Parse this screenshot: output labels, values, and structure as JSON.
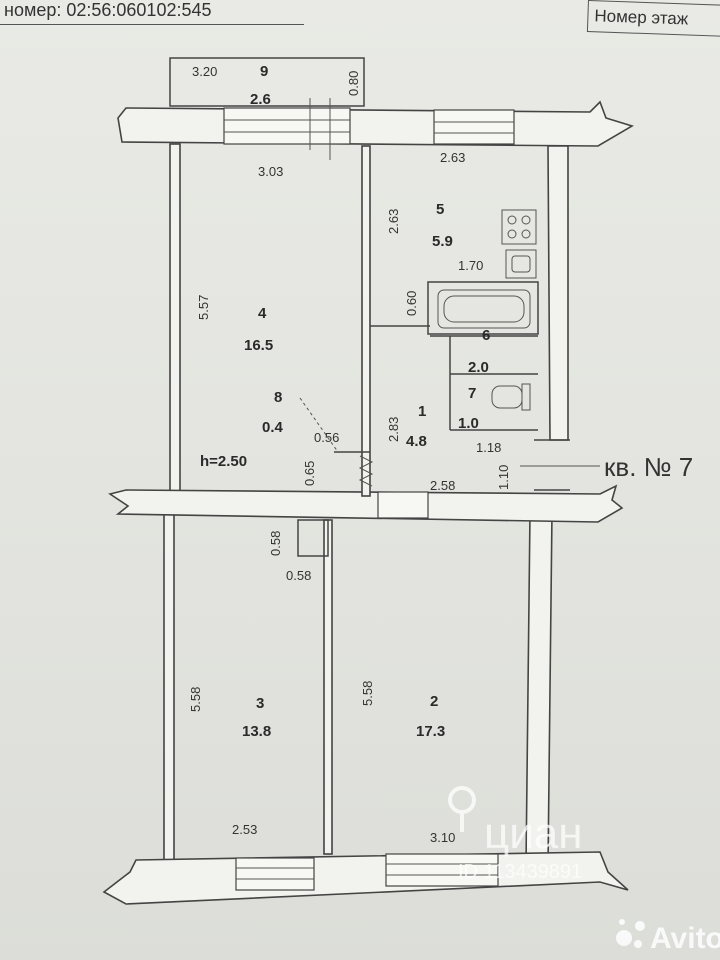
{
  "header": {
    "cadastral": "номер: 02:56:060102:545",
    "floor_label": "Номер этаж"
  },
  "apartment_label": "кв. № 7",
  "ceiling_height": "h=2.50",
  "rooms": [
    {
      "num": "1",
      "area": "4.8"
    },
    {
      "num": "2",
      "area": "17.3"
    },
    {
      "num": "3",
      "area": "13.8"
    },
    {
      "num": "4",
      "area": "16.5"
    },
    {
      "num": "5",
      "area": "5.9"
    },
    {
      "num": "6",
      "area": "2.0"
    },
    {
      "num": "7",
      "area": "1.0"
    },
    {
      "num": "8",
      "area": "0.4"
    },
    {
      "num": "9",
      "area": "2.6"
    }
  ],
  "dimensions": {
    "balcony_w": "3.20",
    "balcony_d": "0.80",
    "r4_w": "3.03",
    "r4_h": "5.57",
    "r5_w": "2.63",
    "r5_h": "2.63",
    "r5_kitchen": "1.70",
    "r6_gap": "0.60",
    "r1_h": "2.83",
    "r1_w": "2.58",
    "r7_w": "1.18",
    "r7_h": "1.10",
    "r8_a": "0.56",
    "r8_b": "0.65",
    "closet_a": "0.58",
    "closet_b": "0.58",
    "r3_h": "5.58",
    "r3_w": "2.53",
    "r2_h": "5.58",
    "r2_w": "3.10"
  },
  "watermark": {
    "brand": "циан",
    "id": "ID 113439891",
    "avito": "Avito"
  }
}
